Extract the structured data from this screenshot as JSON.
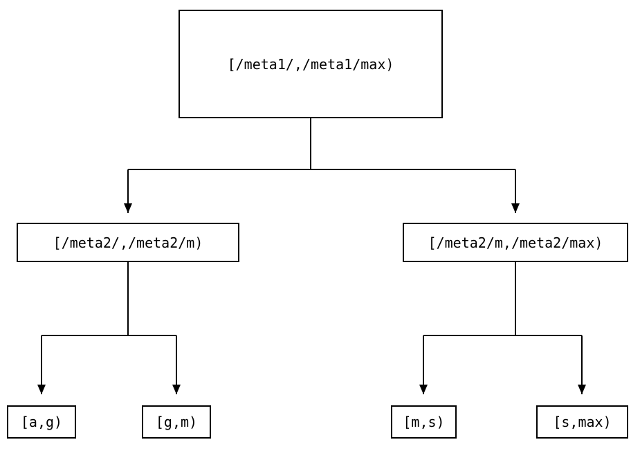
{
  "colors": {
    "background": "#ffffff",
    "line": "#000000",
    "text": "#000000"
  },
  "nodes": {
    "root": {
      "label": "[/meta1/,/meta1/max)"
    },
    "left": {
      "label": "[/meta2/,/meta2/m)"
    },
    "right": {
      "label": "[/meta2/m,/meta2/max)"
    },
    "leaf_ag": {
      "label": "[a,g)"
    },
    "leaf_gm": {
      "label": "[g,m)"
    },
    "leaf_ms": {
      "label": "[m,s)"
    },
    "leaf_smax": {
      "label": "[s,max)"
    }
  }
}
